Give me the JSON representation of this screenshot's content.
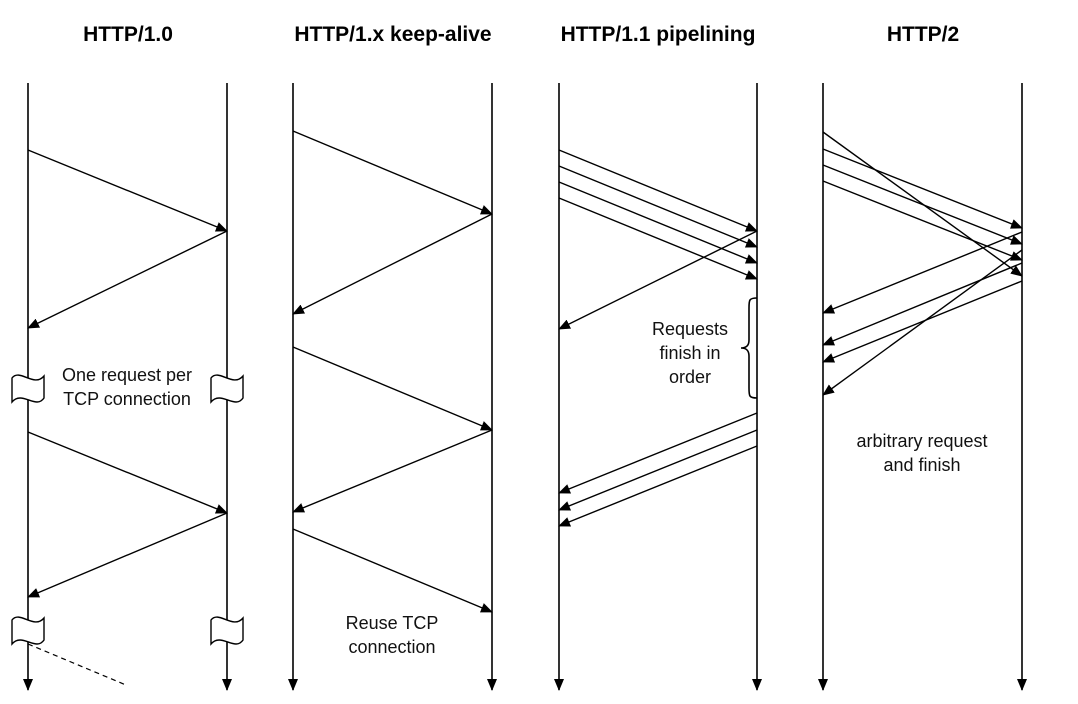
{
  "titles": {
    "http10": "HTTP/1.0",
    "keepalive": "HTTP/1.x keep-alive",
    "pipelining": "HTTP/1.1 pipelining",
    "http2": "HTTP/2"
  },
  "notes": {
    "http10": [
      "One request per",
      "TCP connection"
    ],
    "keepalive": [
      "Reuse TCP",
      "connection"
    ],
    "pipelining": [
      "Requests",
      "finish in",
      "order"
    ],
    "http2": [
      "arbitrary request",
      "and finish"
    ]
  }
}
